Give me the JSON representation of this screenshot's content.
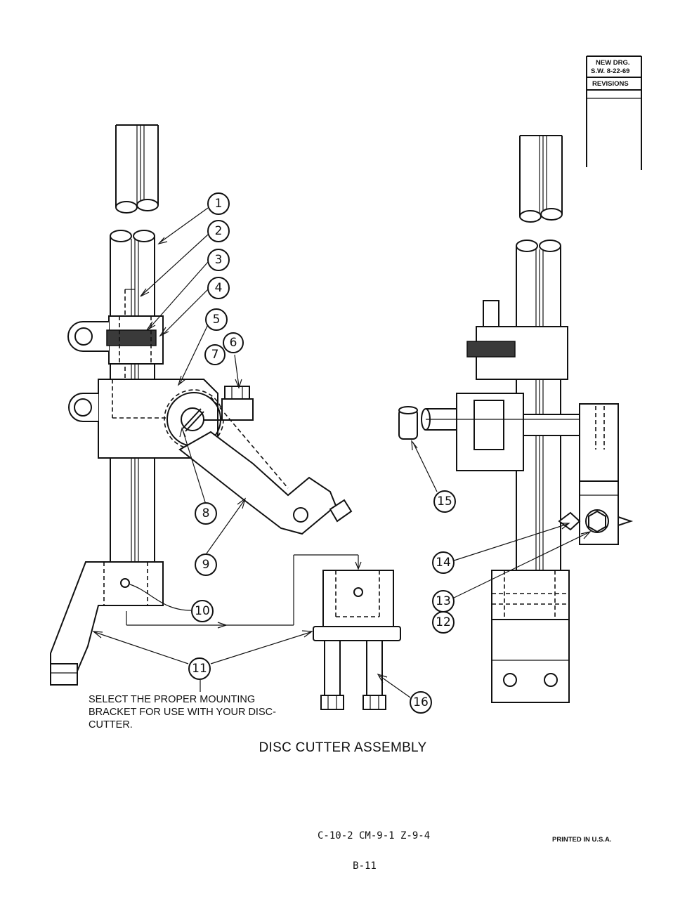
{
  "revision_box": {
    "line1": "NEW DRG.",
    "line2": "S.W. 8-22-69",
    "header": "REVISIONS"
  },
  "callouts": [
    "1",
    "2",
    "3",
    "4",
    "5",
    "6",
    "7",
    "8",
    "9",
    "10",
    "11",
    "12",
    "13",
    "14",
    "15",
    "16"
  ],
  "note": {
    "line1": "SELECT THE PROPER MOUNTING",
    "line2": "BRACKET FOR USE WITH YOUR DISC-",
    "line3": "CUTTER."
  },
  "title": "DISC CUTTER ASSEMBLY",
  "footer": {
    "codes": "C-10-2  CM-9-1  Z-9-4",
    "printed": "PRINTED IN U.S.A.",
    "page": "B-11"
  }
}
